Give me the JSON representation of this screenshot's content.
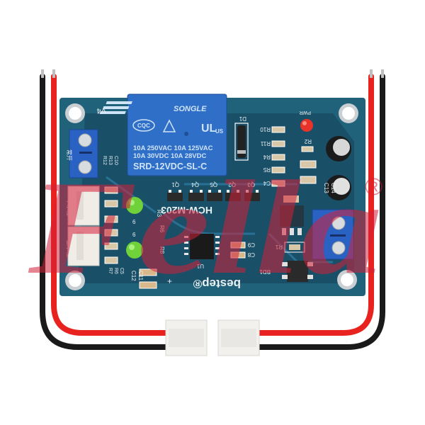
{
  "photo": {
    "subject": "Water level controller relay module with two JST cable leads",
    "colors": {
      "background": "#ffffff",
      "pcb": "#1f5f7a",
      "pcb_dark": "#0f3f5a",
      "relay": "#2f6fc8",
      "terminal": "#2a62c4",
      "wire_red": "#e8231f",
      "wire_black": "#1a1a1a",
      "led_green": "#6fd23a",
      "led_red": "#e8332a",
      "connector": "#f2f0ec",
      "watermark": "#d4203a"
    }
  },
  "relay": {
    "brand": "SONGLE",
    "marks": [
      "CQC",
      "UL",
      "US"
    ],
    "rating_line1": "10A 250VAC  10A 125VAC",
    "rating_line2": "10A 30VDC  10A 28VDC",
    "model": "SRD-12VDC-SL-C"
  },
  "board": {
    "model": "HCW-M203",
    "brand": "bestep®",
    "version": "V4",
    "labels": {
      "d1": "D1",
      "pwr": "PWR",
      "r": "R",
      "r10": "R10",
      "r11": "R11",
      "r4": "R4",
      "r5": "R5",
      "c4": "C4",
      "r2": "R2",
      "c13": "C13",
      "c14": "C14",
      "q1": "Q1",
      "q4": "Q4",
      "q5": "Q5",
      "q2": "Q2",
      "q3": "Q3",
      "r3": "R3",
      "r6": "R6",
      "r8": "R8",
      "u1": "U1",
      "c9": "C9",
      "c8": "C8",
      "r1": "R1",
      "bd1": "BD1",
      "c12": "C12",
      "c11": "C11",
      "r12": "R12",
      "r13": "R13",
      "c10": "C10",
      "r7": "R7",
      "r6b": "R6",
      "c5": "C5",
      "plus": "+",
      "terminal_left": "常开",
      "jst_upper": "下水位",
      "jst_lower": "上水位",
      "led_num_a": "6",
      "led_num_b": "6"
    }
  },
  "watermark": {
    "text": "Fella",
    "registered": "®"
  }
}
